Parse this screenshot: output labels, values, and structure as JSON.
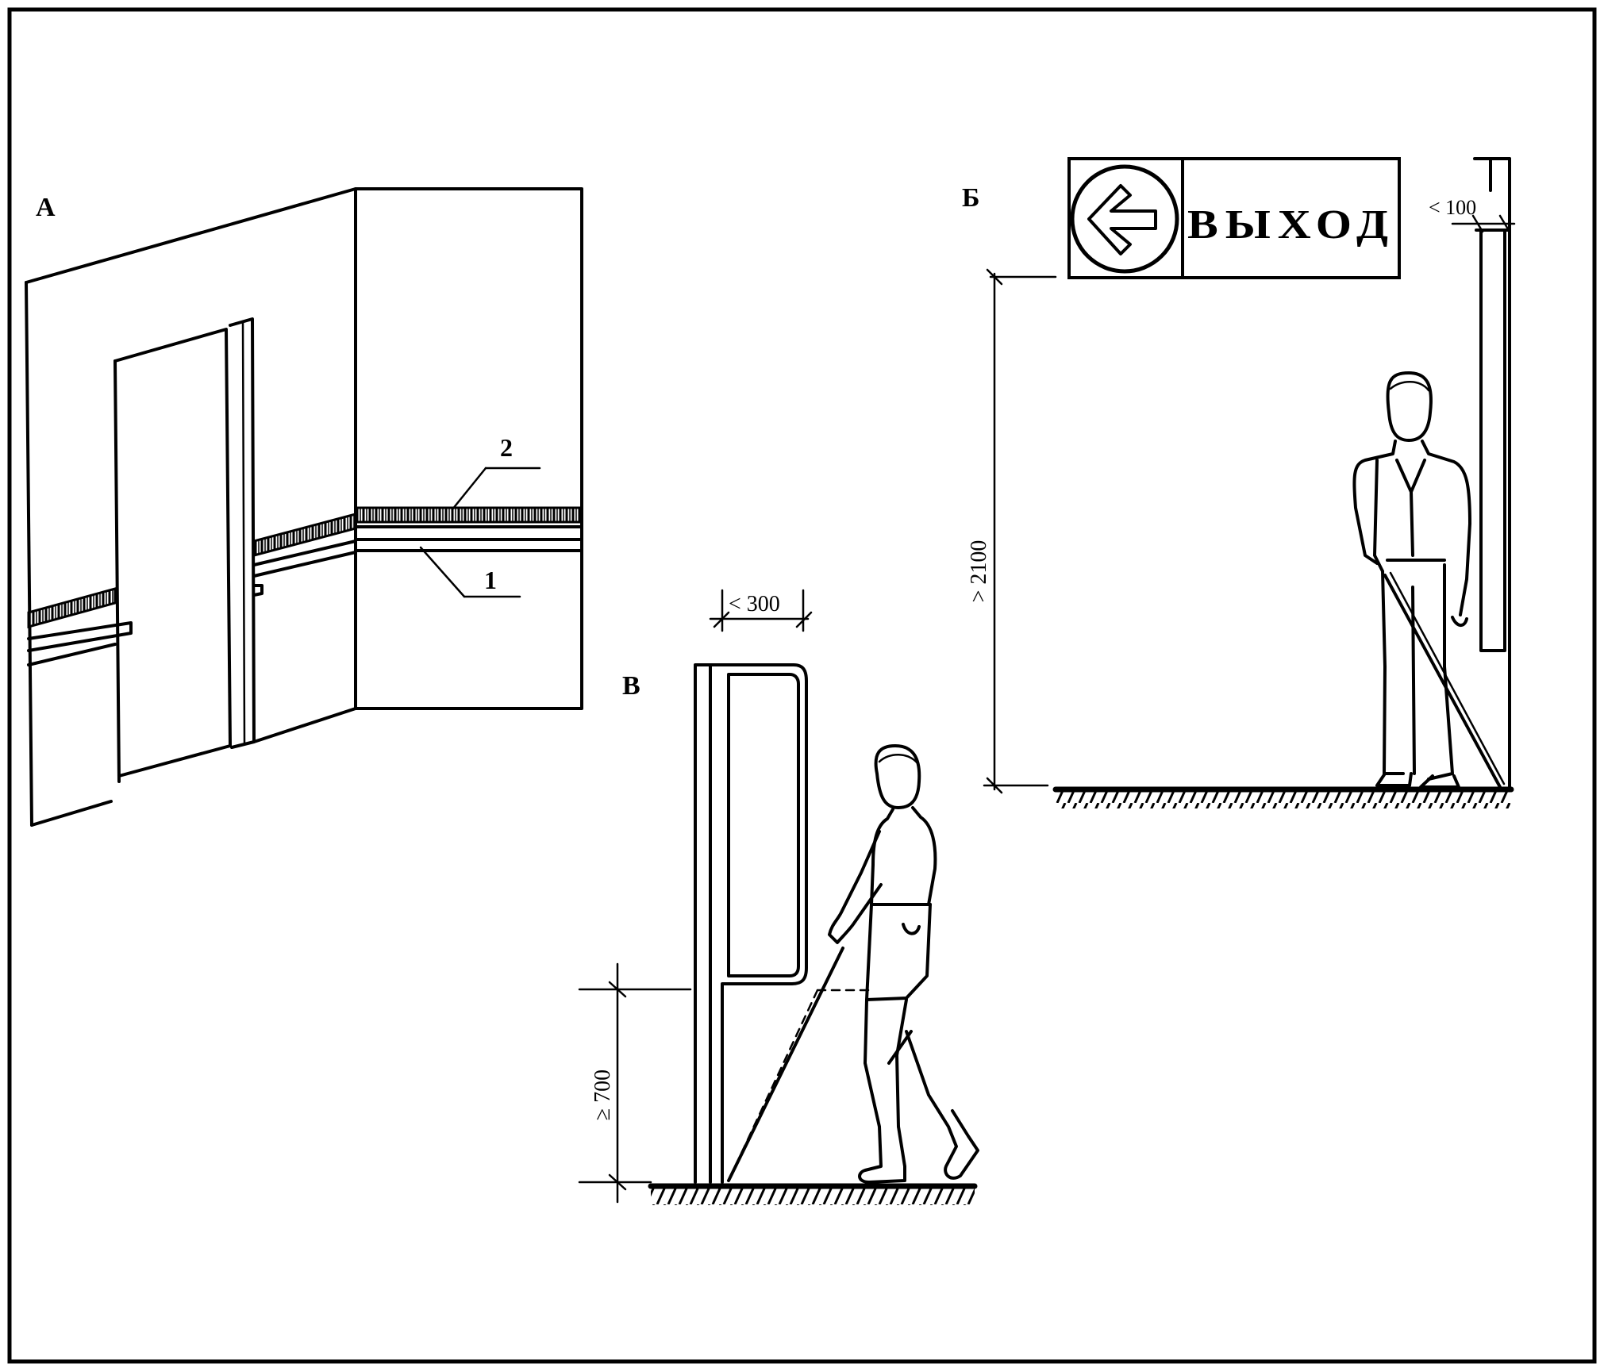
{
  "panels": {
    "a": {
      "label": "А",
      "callout_1": "1",
      "callout_2": "2"
    },
    "b": {
      "label": "Б",
      "sign_text": "ВЫХОД",
      "dim_height": "> 2100",
      "dim_offset": "< 100"
    },
    "v": {
      "label": "В",
      "dim_width": "< 300",
      "dim_height": "≥ 700"
    }
  }
}
